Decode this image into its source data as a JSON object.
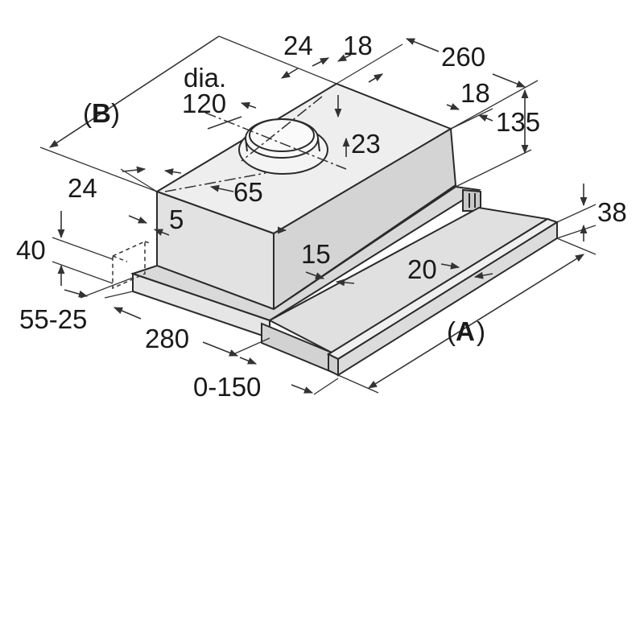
{
  "diagram": {
    "labels": {
      "b_bracket_open": "(",
      "b_letter": "B",
      "b_bracket_close": ")",
      "a_bracket_open": "(",
      "a_letter": "A",
      "a_bracket_close": ")",
      "dim_24_top": "24",
      "dim_18_top": "18",
      "dim_260": "260",
      "dim_dia": "dia.",
      "dim_120": "120",
      "dim_18_right": "18",
      "dim_135": "135",
      "dim_23": "23",
      "dim_65": "65",
      "dim_24_left": "24",
      "dim_5": "5",
      "dim_38": "38",
      "dim_40": "40",
      "dim_15": "15",
      "dim_20": "20",
      "dim_55_25": "55-25",
      "dim_280": "280",
      "dim_0_150": "0-150"
    }
  }
}
